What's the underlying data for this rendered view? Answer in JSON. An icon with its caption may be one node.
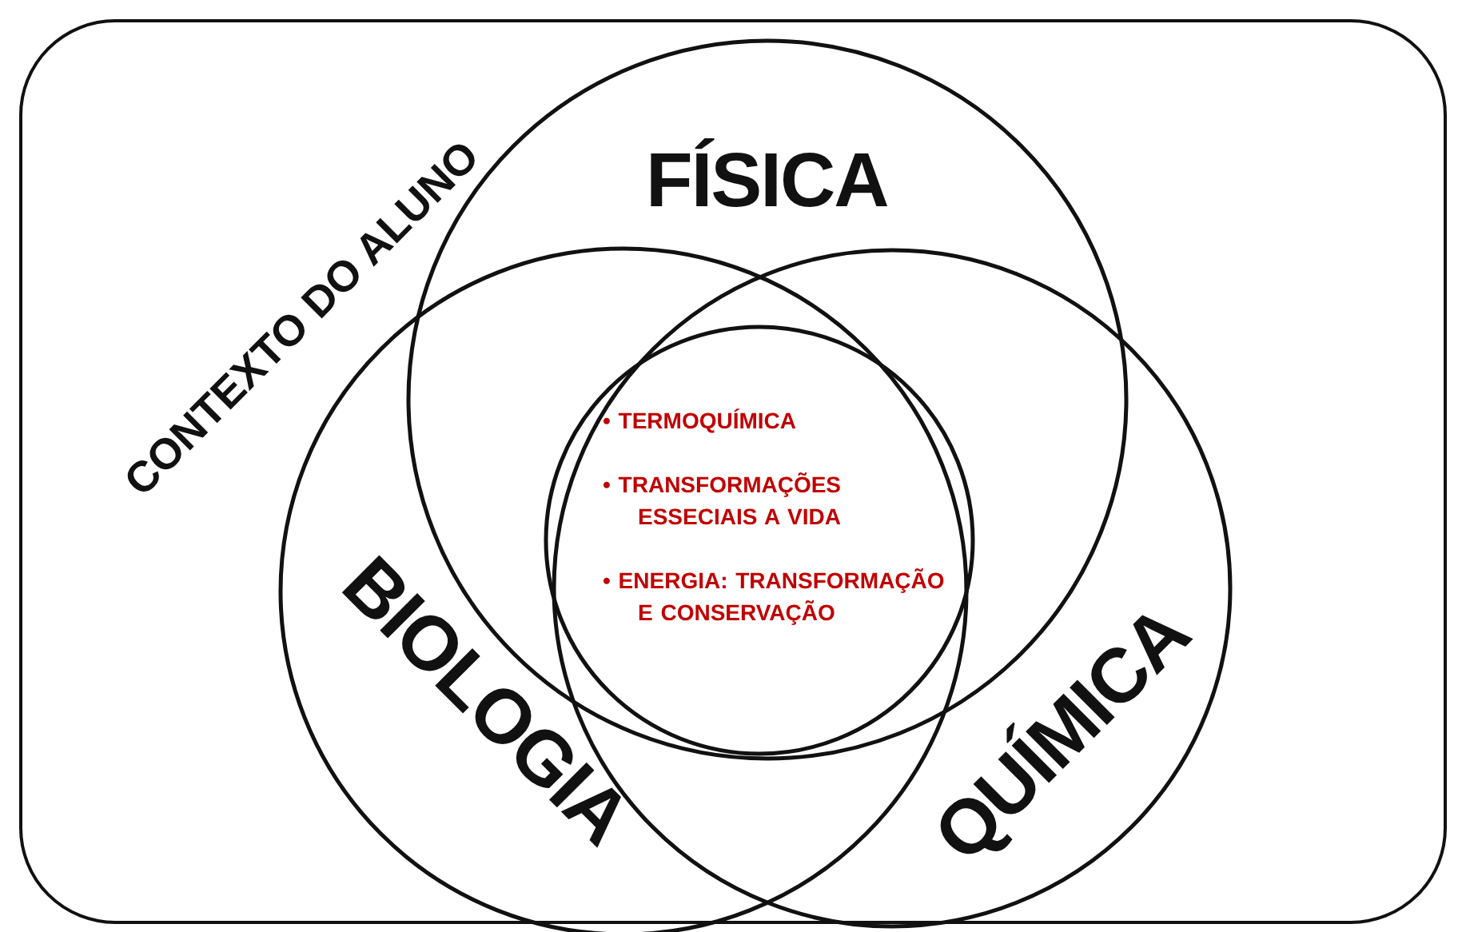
{
  "diagram": {
    "nodes": [
      {
        "text": [
          "CONTEXTO DO ALUNO"
        ]
      },
      {
        "text": [
          "FÍSICA"
        ],
        "in": 0
      },
      {
        "text": [
          "BIOLOGIA"
        ],
        "in": 0
      },
      {
        "text": [
          "QUÍMICA"
        ],
        "in": 0
      },
      {
        "text": [
          "• TERMOQUÍMICA",
          "• TRANSFORMAÇÕES ESSECIAIS A VIDA",
          "• ENERGIA: TRANSFORMAÇÃO E CONSERVAÇÃO"
        ]
      }
    ],
    "edges": []
  }
}
